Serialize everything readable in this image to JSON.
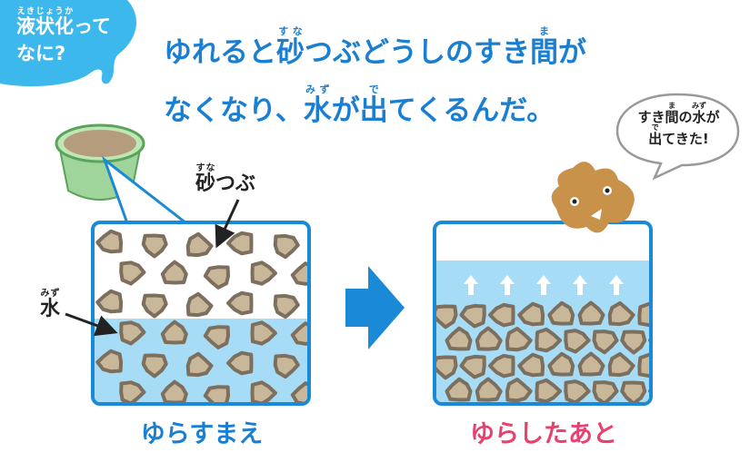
{
  "badge": {
    "ruby_base": "液状化",
    "ruby": "えきじょうか",
    "line1_rest": "って",
    "line2": "なに?"
  },
  "title": {
    "line1": {
      "a": "ゆれると",
      "r1_base": "砂",
      "r1": "すな",
      "b": "つぶどうしのすき",
      "r2_base": "間",
      "r2": "ま",
      "c": "が"
    },
    "line2": {
      "a": "なくなり、",
      "r1_base": "水",
      "r1": "みず",
      "b": "が",
      "r2_base": "出",
      "r2": "で",
      "c": "てくるんだ。"
    }
  },
  "labels": {
    "sand_base": "砂",
    "sand_ruby": "すな",
    "sand_rest": "つぶ",
    "water_base": "水",
    "water_ruby": "みず"
  },
  "bubble": {
    "a": "すき",
    "r1_base": "間",
    "r1": "ま",
    "b": "の",
    "r2_base": "水",
    "r2": "みず",
    "c": "が",
    "r3_base": "出",
    "r3": "で",
    "d": "てきた!"
  },
  "captions": {
    "before": "ゆらすまえ",
    "after": "ゆらしたあと"
  },
  "colors": {
    "blue": "#1b7fd1",
    "pink": "#e8416f",
    "water": "#a6dcf6",
    "sand": "#c9b79a"
  }
}
